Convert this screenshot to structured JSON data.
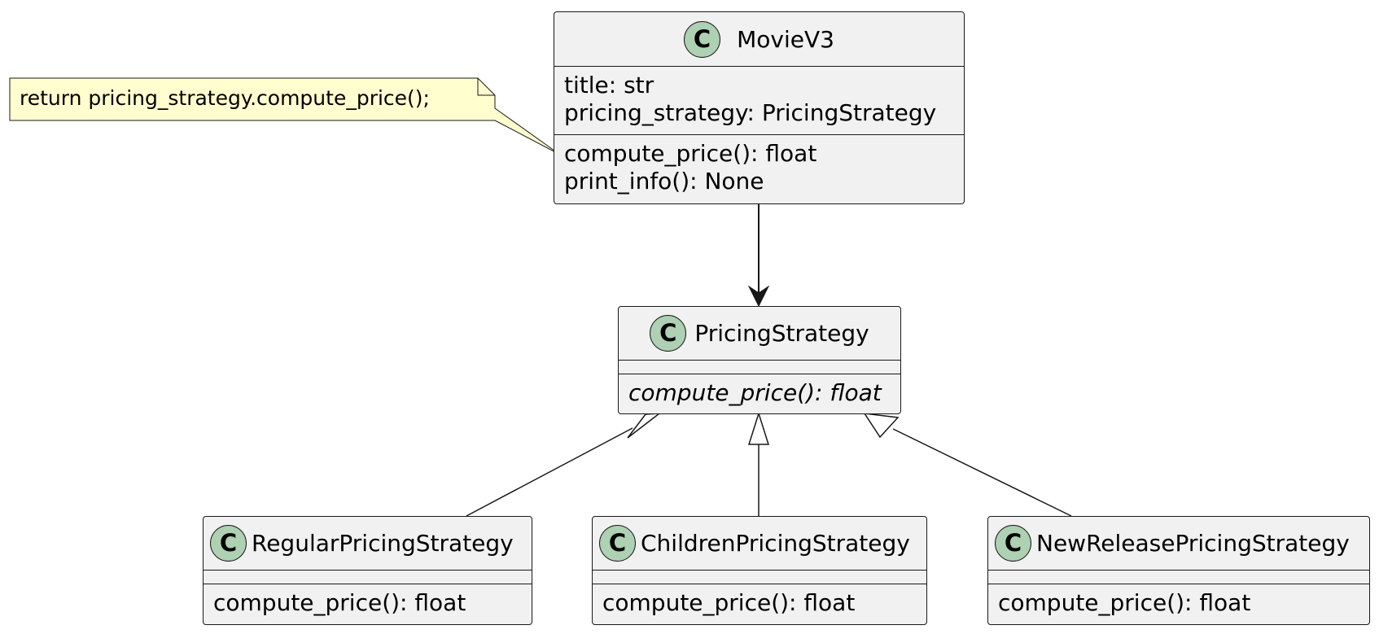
{
  "diagram": {
    "classes": [
      {
        "id": "moviev3",
        "icon": "class-icon",
        "icon_letter": "C",
        "name": "MovieV3",
        "attributes": [
          "title: str",
          "pricing_strategy: PricingStrategy"
        ],
        "methods": [
          "compute_price(): float",
          "print_info(): None"
        ]
      },
      {
        "id": "pricingstrategy",
        "icon": "class-icon",
        "icon_letter": "C",
        "name": "PricingStrategy",
        "attributes": [],
        "methods": [
          "compute_price(): float"
        ],
        "abstract_methods": true
      },
      {
        "id": "regularpricingstrategy",
        "icon": "class-icon",
        "icon_letter": "C",
        "name": "RegularPricingStrategy",
        "attributes": [],
        "methods": [
          "compute_price(): float"
        ]
      },
      {
        "id": "childrenpricingstrategy",
        "icon": "class-icon",
        "icon_letter": "C",
        "name": "ChildrenPricingStrategy",
        "attributes": [],
        "methods": [
          "compute_price(): float"
        ]
      },
      {
        "id": "newreleasepricingstrategy",
        "icon": "class-icon",
        "icon_letter": "C",
        "name": "NewReleasePricingStrategy",
        "attributes": [],
        "methods": [
          "compute_price(): float"
        ]
      }
    ],
    "note": {
      "text": "return pricing_strategy.compute_price();",
      "attached_to": "moviev3.compute_price"
    },
    "relations": [
      {
        "type": "association",
        "from": "moviev3",
        "to": "pricingstrategy"
      },
      {
        "type": "inheritance",
        "from": "regularpricingstrategy",
        "to": "pricingstrategy"
      },
      {
        "type": "inheritance",
        "from": "childrenpricingstrategy",
        "to": "pricingstrategy"
      },
      {
        "type": "inheritance",
        "from": "newreleasepricingstrategy",
        "to": "pricingstrategy"
      }
    ],
    "colors": {
      "class_fill": "#f1f1f1",
      "class_border": "#181818",
      "icon_fill": "#add1b2",
      "note_fill": "#fefece",
      "line": "#181818"
    }
  }
}
